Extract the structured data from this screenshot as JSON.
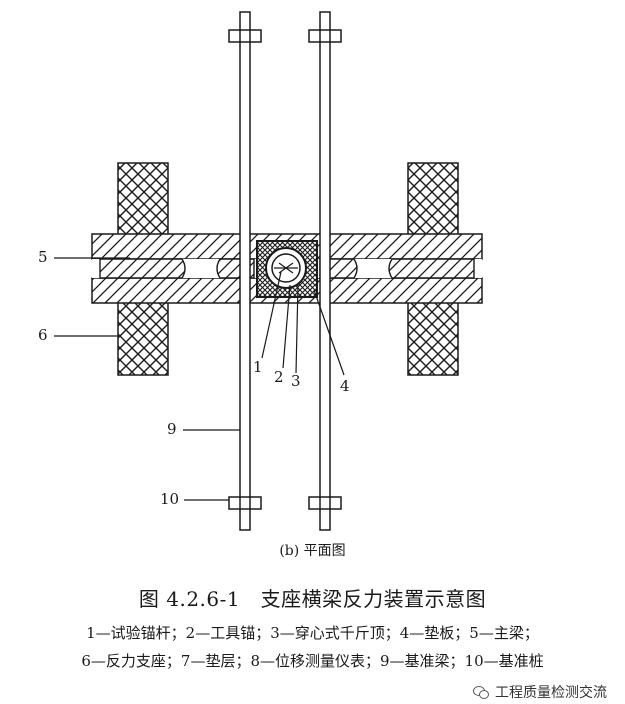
{
  "callouts": [
    {
      "id": "1",
      "text": "1"
    },
    {
      "id": "2",
      "text": "2"
    },
    {
      "id": "3",
      "text": "3"
    },
    {
      "id": "4",
      "text": "4"
    },
    {
      "id": "5",
      "text": "5"
    },
    {
      "id": "6",
      "text": "6"
    },
    {
      "id": "9",
      "text": "9"
    },
    {
      "id": "10",
      "text": "10"
    }
  ],
  "subcaption": "(b) 平面图",
  "figure_caption": "图 4.2.6-1　支座横梁反力装置示意图",
  "legend_line1": "1—试验锚杆；2—工具锚；3—穿心式千斤顶；4—垫板；5—主梁；",
  "legend_line2": "6—反力支座；7—垫层；8—位移测量仪表；9—基准梁；10—基准桩",
  "watermark": "工程质量检测交流",
  "colors": {
    "line": "#1a1a1a",
    "background": "#ffffff"
  }
}
